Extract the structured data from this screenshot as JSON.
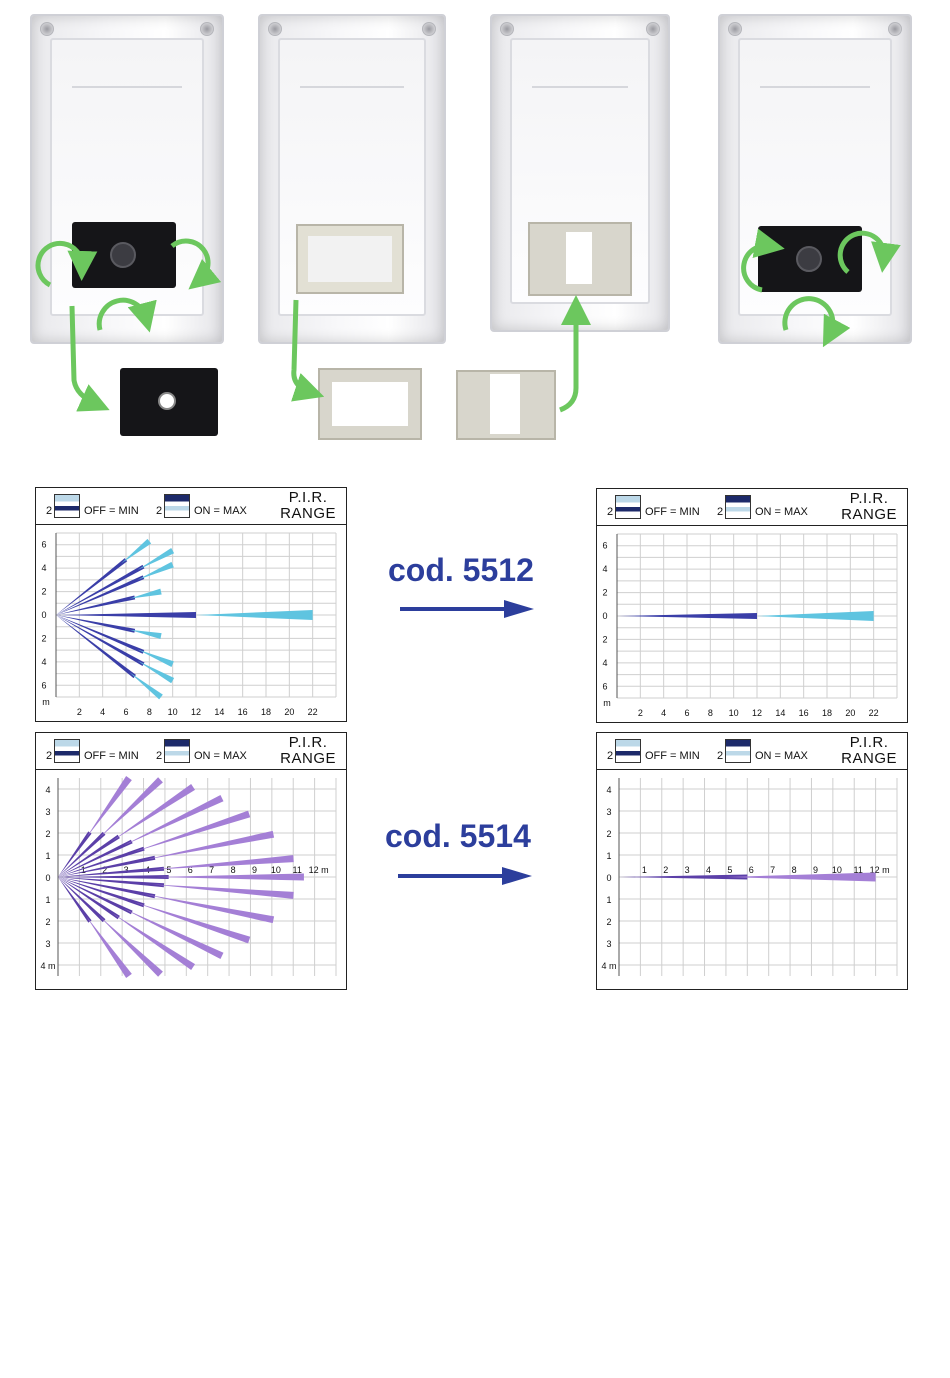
{
  "charts": [
    {
      "id": "c5512-min",
      "switch1": {
        "num": "2",
        "label": "OFF = MIN"
      },
      "switch2": {
        "num": "2",
        "label": "ON = MAX"
      },
      "pir": [
        "P.I.R.",
        "RANGE"
      ],
      "x_ticks": [
        "2",
        "4",
        "6",
        "8",
        "10",
        "12",
        "14",
        "16",
        "18",
        "20",
        "22"
      ],
      "y_ticks": [
        "6",
        "4",
        "2",
        "0",
        "2",
        "4",
        "6",
        "m"
      ]
    },
    {
      "id": "c5512-max",
      "switch1": {
        "num": "2",
        "label": "OFF = MIN"
      },
      "switch2": {
        "num": "2",
        "label": "ON = MAX"
      },
      "pir": [
        "P.I.R.",
        "RANGE"
      ],
      "x_ticks": [
        "2",
        "4",
        "6",
        "8",
        "10",
        "12",
        "14",
        "16",
        "18",
        "20",
        "22"
      ],
      "y_ticks": [
        "6",
        "4",
        "2",
        "0",
        "2",
        "4",
        "6",
        "m"
      ]
    },
    {
      "id": "c5514-min",
      "switch1": {
        "num": "2",
        "label": "OFF = MIN"
      },
      "switch2": {
        "num": "2",
        "label": "ON = MAX"
      },
      "pir": [
        "P.I.R.",
        "RANGE"
      ],
      "x_ticks": [
        "1",
        "2",
        "3",
        "4",
        "5",
        "6",
        "7",
        "8",
        "9",
        "10",
        "11",
        "12 m"
      ],
      "y_ticks": [
        "4",
        "3",
        "2",
        "1",
        "0",
        "1",
        "2",
        "3",
        "4 m"
      ]
    },
    {
      "id": "c5514-max",
      "switch1": {
        "num": "2",
        "label": "OFF = MIN"
      },
      "switch2": {
        "num": "2",
        "label": "ON = MAX"
      },
      "pir": [
        "P.I.R.",
        "RANGE"
      ],
      "x_ticks": [
        "1",
        "2",
        "3",
        "4",
        "5",
        "6",
        "7",
        "8",
        "9",
        "10",
        "11",
        "12 m"
      ],
      "y_ticks": [
        "4",
        "3",
        "2",
        "1",
        "0",
        "1",
        "2",
        "3",
        "4 m"
      ]
    }
  ],
  "codes": {
    "first": "cod. 5512",
    "second": "cod. 5514"
  },
  "colors": {
    "arrow_green": "#6cc75e",
    "code_blue": "#2c3e9c",
    "beam_dark": "#3a3ea8",
    "beam_light": "#5fc4e0",
    "beam_purple": "#a47fd6",
    "beam_purple_dark": "#5b3fa8"
  }
}
